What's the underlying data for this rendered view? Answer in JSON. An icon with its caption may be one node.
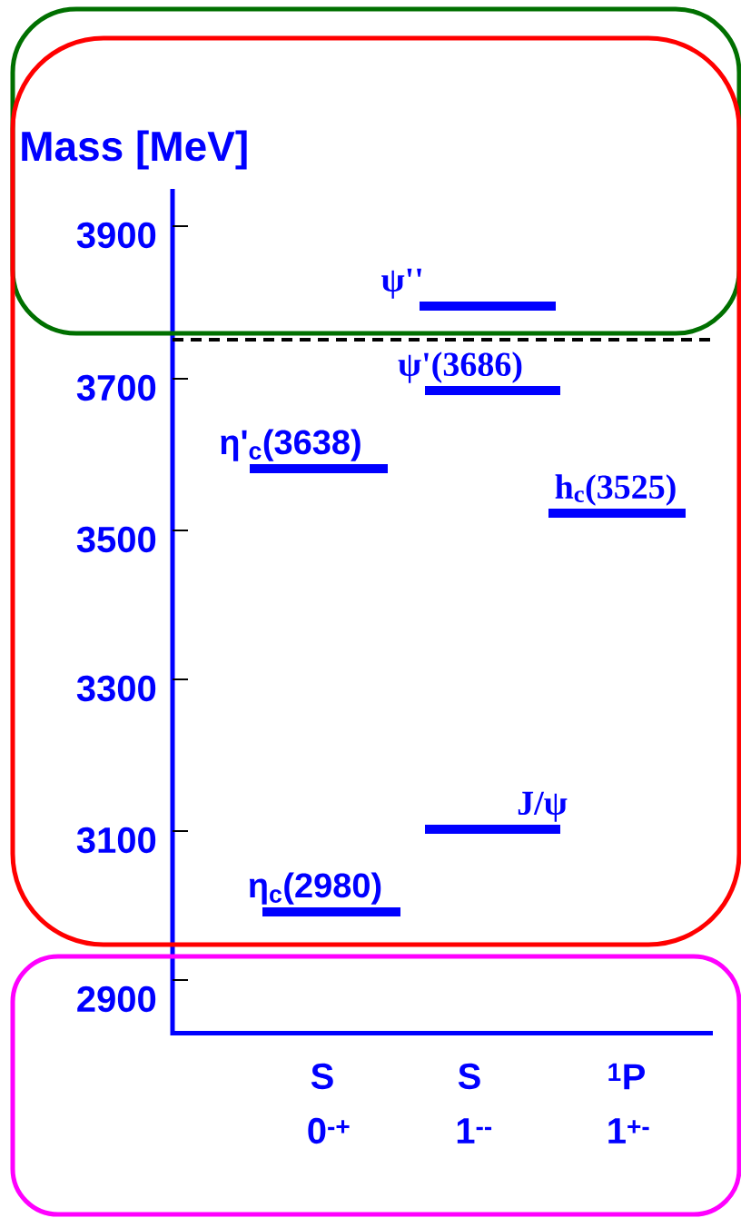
{
  "diagram": {
    "nodes": [
      {
        "text": [],
        "shape": "box"
      },
      {
        "text": [],
        "shape": "box"
      },
      {
        "text": [],
        "shape": "box"
      },
      {
        "text": [],
        "shape": "bar",
        "beside": [
          "ψ''"
        ],
        "in": 0
      },
      {
        "text": [],
        "shape": "bar",
        "beside": [
          "ψ'(3686)"
        ],
        "in": 1
      },
      {
        "text": [],
        "shape": "bar",
        "beside": [
          "η'$_{c}$(3638)"
        ],
        "in": 1
      },
      {
        "text": [],
        "shape": "bar",
        "beside": [
          "h$_{c}$(3525)"
        ],
        "in": 1
      },
      {
        "text": [],
        "shape": "bar",
        "beside": [
          "J/ψ"
        ],
        "in": 1
      },
      {
        "text": [],
        "shape": "bar",
        "beside": [
          "η$_{c}$(2980)"
        ],
        "in": 1
      }
    ],
    "labels": [
      "Mass [MeV]",
      "3900",
      "3700",
      "3500",
      "3300",
      "3100",
      "2900",
      "S",
      "0$^{-+}$",
      "S",
      "1$^{--}$",
      "$^{1}$P",
      "1$^{+-}$"
    ]
  }
}
